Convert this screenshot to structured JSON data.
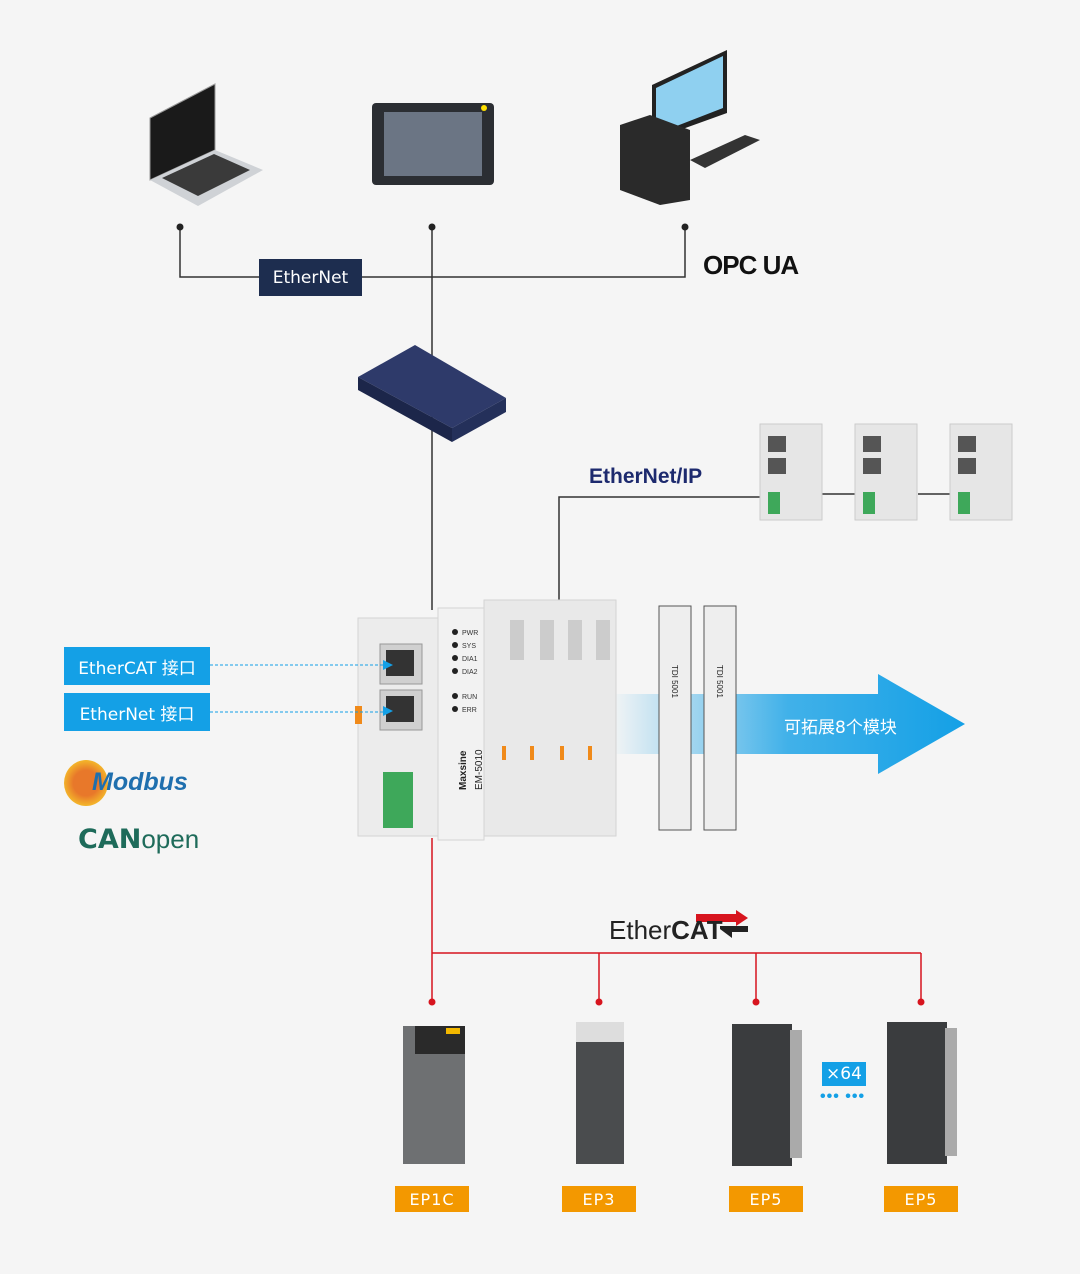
{
  "network": {
    "ethernet_label": "EtherNet",
    "opc_logo": "OPC UA",
    "ethernet_ip_logo": "EtherNet/IP",
    "ethercat_logo_prefix": "Ether",
    "ethercat_logo_suffix": "CAT",
    "modbus_logo": "Modbus",
    "canopen_logo_prefix": "CAN",
    "canopen_logo_suffix": "open"
  },
  "controller": {
    "brand": "Maxsine",
    "model": "EM-5010",
    "leds": [
      "PWR",
      "SYS",
      "DIA1",
      "DIA2",
      "RUN",
      "ERR"
    ],
    "ethercat_port_label": "EtherCAT 接口",
    "ethernet_port_label": "EtherNet 接口"
  },
  "expansion": {
    "module_label": "TDI 5001",
    "arrow_label": "可拓展8个模块"
  },
  "drives": {
    "items": [
      {
        "model": "EP1C"
      },
      {
        "model": "EP3"
      },
      {
        "model": "EP5"
      },
      {
        "model": "EP5"
      }
    ],
    "count_badge": "×64",
    "ellipsis": "••• •••"
  },
  "colors": {
    "ethernet_line": "#333333",
    "ethercat_line": "#d7141e",
    "accent_blue": "#14a0e6",
    "drive_label": "#f39800",
    "navy": "#1d2d4f"
  }
}
